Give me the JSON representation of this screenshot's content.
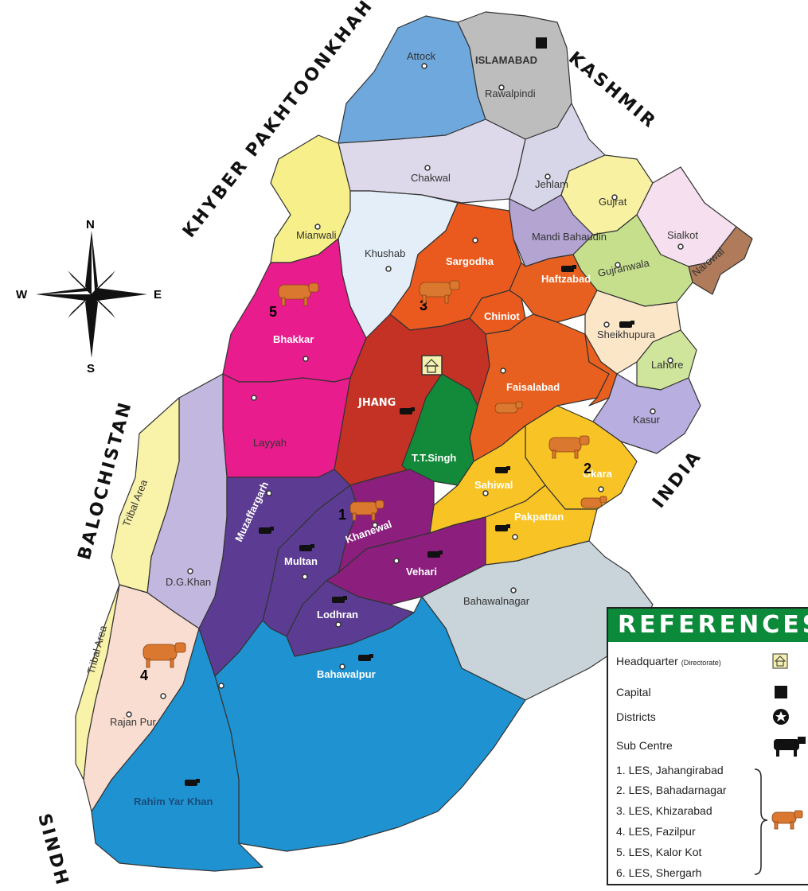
{
  "borders": {
    "north_west": "KHYBER PAKHTOONKHAH",
    "north_east": "KASHMIR",
    "west": "BALOCHISTAN",
    "east": "INDIA",
    "south_west": "SINDH"
  },
  "compass": {
    "n": "N",
    "s": "S",
    "e": "E",
    "w": "W"
  },
  "capital": "ISLAMABAD",
  "headquarter_district": "JHANG",
  "districts": [
    "Attock",
    "Rawalpindi",
    "Chakwal",
    "Jehlam",
    "Gujrat",
    "Sialkot",
    "Narowal",
    "Mianwali",
    "Khushab",
    "Sargodha",
    "Mandi Bahaudin",
    "Gujranwala",
    "Haftzabad",
    "Chiniot",
    "Sheikhupura",
    "Lahore",
    "Bhakkar",
    "Faisalabad",
    "Kasur",
    "Layyah",
    "T.T.Singh",
    "Okara",
    "Sahiwal",
    "Tribal Area",
    "Muzaffargarh",
    "Multan",
    "Khanewal",
    "Pakpattan",
    "Vehari",
    "D.G.Khan",
    "Lodhran",
    "Bahawalnagar",
    "Bahawalpur",
    "Rajan Pur",
    "Rahim Yar Khan",
    "Tribal Area"
  ],
  "les_numbers": [
    "1",
    "2",
    "3",
    "4",
    "5"
  ],
  "colors": {
    "attock": "#6fa8dc",
    "rawalpindi": "#bdbdbd",
    "chakwal": "#ddd9ea",
    "jehlam": "#d6d6e8",
    "gujrat": "#f7f1a1",
    "sialkot": "#f6e0ef",
    "narowal": "#b07b5a",
    "mianwali": "#f7f08a",
    "khushab": "#e3eef8",
    "sargodha": "#ea5a1e",
    "mandi": "#b3a4d2",
    "gujranwala": "#c5df8c",
    "orange": "#e8601f",
    "sheikhupura": "#fbe6c8",
    "lahore": "#cfe59b",
    "pink": "#e81c8c",
    "jhang": "#c33224",
    "kasur": "#b8aee0",
    "ttsingh": "#128a3a",
    "yellow": "#f8c324",
    "dgkhan": "#c2b7df",
    "tribal": "#f8f3a8",
    "indigo": "#5b3c92",
    "purple": "#8c1f7e",
    "bahawalnagar": "#c8d3da",
    "bahawalpur": "#1f93d1",
    "rajanpur": "#f9ddd0",
    "legend_green": "#0b8a3a"
  },
  "legend": {
    "title": "REFERENCES",
    "headquarter": "Headquarter",
    "headquarter_note": "(Directorate)",
    "capital": "Capital",
    "districts": "Districts",
    "sub_centre": "Sub Centre",
    "les_items": [
      "1. LES, Jahangirabad",
      "2. LES, Bahadarnagar",
      "3. LES, Khizarabad",
      "4. LES, Fazilpur",
      "5. LES, Kalor Kot",
      "6. LES, Shergarh"
    ]
  }
}
